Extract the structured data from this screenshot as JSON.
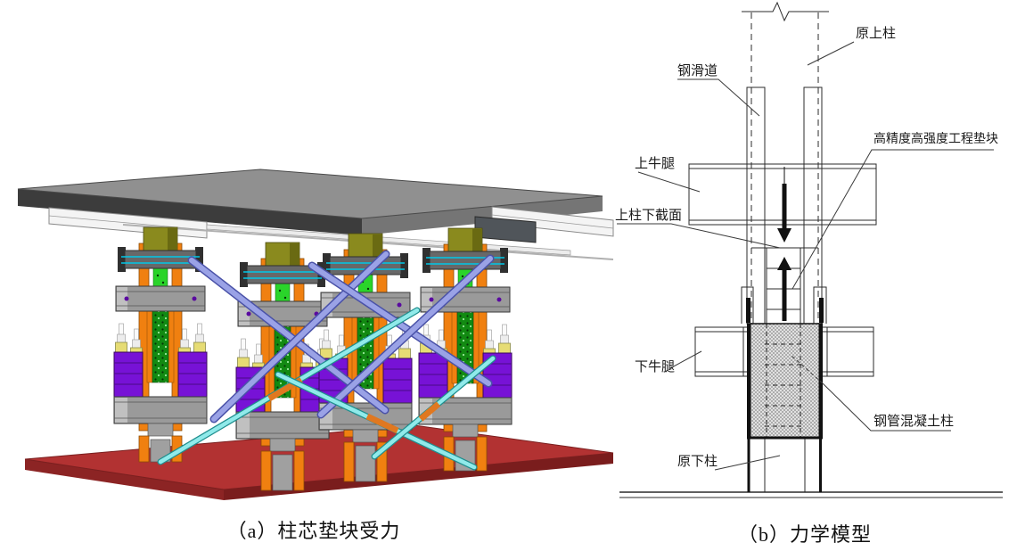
{
  "figures": {
    "a": {
      "caption": "（a）柱芯垫块受力",
      "colors": {
        "slab_gray": "#909090",
        "column_orange": "#f08010",
        "cap_olive": "#8a8a1e",
        "core_green": "#2ad42a",
        "load_block_purple": "#7712d6",
        "brace_lavender": "#9aa2e6",
        "tie_rod_cyan": "#90eaea",
        "turnbuckle_orange": "#e07820",
        "jack_yellow": "#e6dc74",
        "base_plate_red": "#b23232",
        "steel_gray": "#9a9a9a"
      }
    },
    "b": {
      "caption": "（b）力学模型",
      "line_color": "#2b2b2b",
      "labels": {
        "original_upper_column": "原上柱",
        "steel_slideway": "钢滑道",
        "upper_corbel": "上牛腿",
        "upper_column_bottom_section": "上柱下截面",
        "engineering_pad_block": "高精度高强度工程垫块",
        "lower_corbel": "下牛腿",
        "steel_tube_concrete_column": "钢管混凝土柱",
        "original_lower_column": "原下柱"
      }
    }
  }
}
